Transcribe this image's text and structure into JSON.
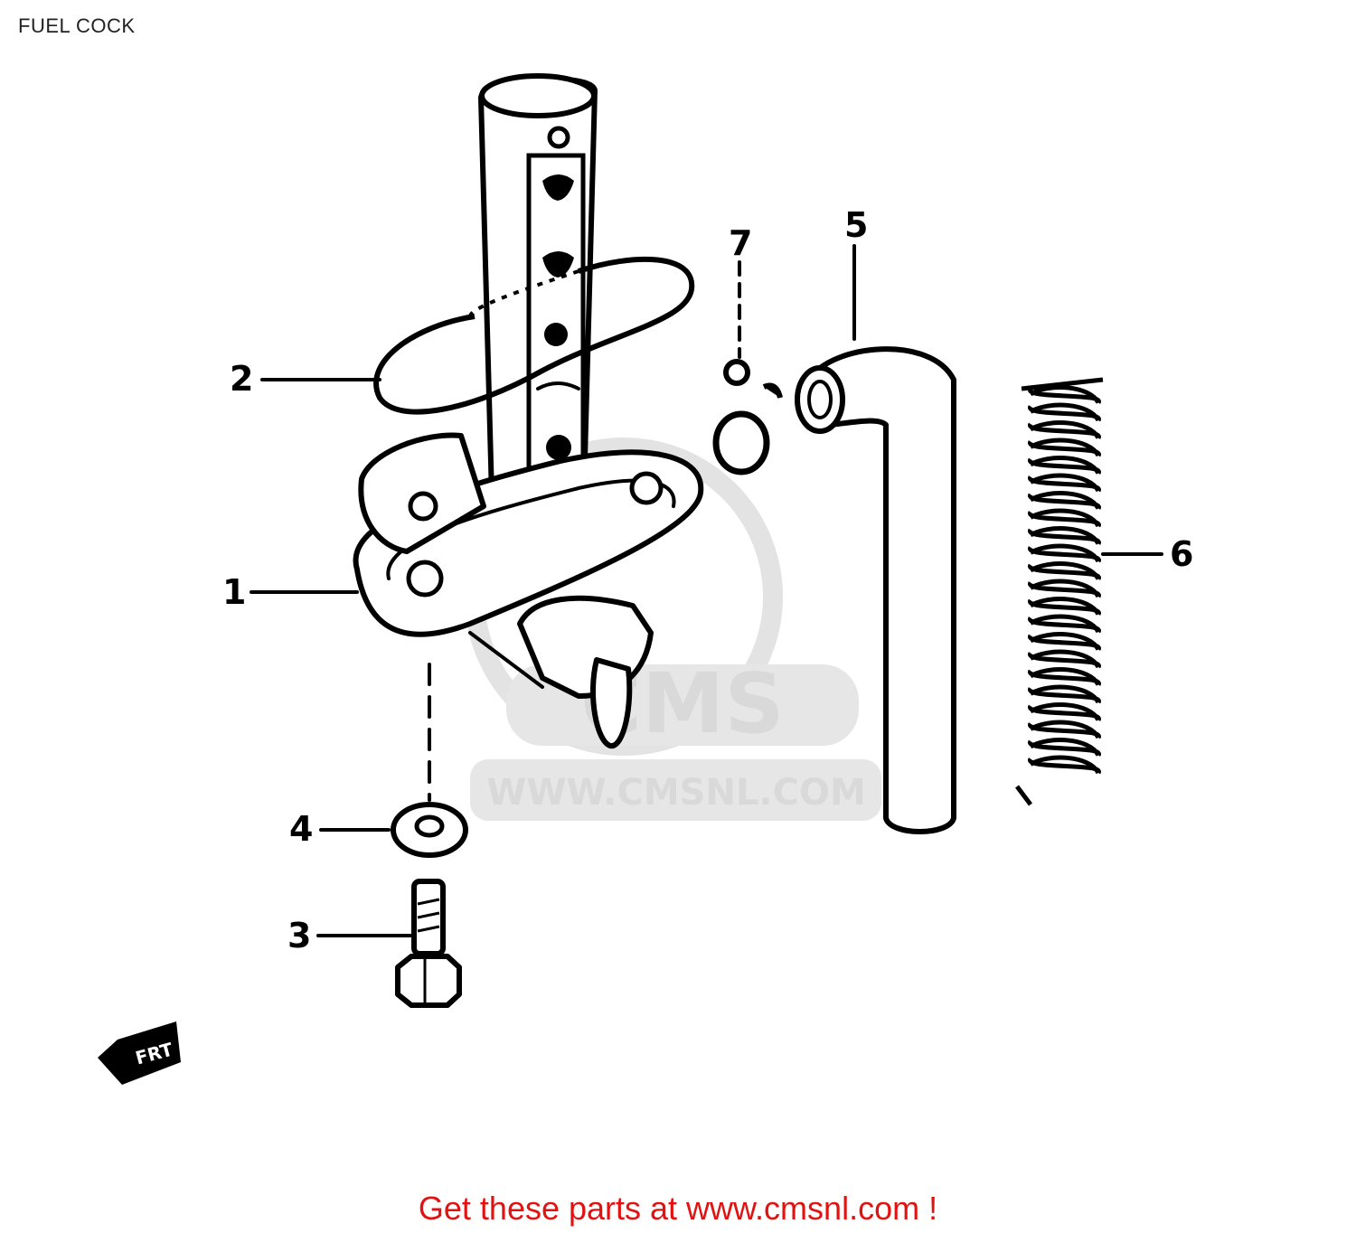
{
  "title": "FUEL COCK",
  "callouts": {
    "c1": "1",
    "c2": "2",
    "c3": "3",
    "c4": "4",
    "c5": "5",
    "c6": "6",
    "c7": "7"
  },
  "watermark": {
    "brand": "CMS",
    "url": "WWW.CMSNL.COM"
  },
  "corner_mark": "FRT",
  "footer": "Get these parts at www.cmsnl.com !",
  "colors": {
    "footer_text": "#e11212",
    "watermark": "#d9d9d9",
    "line": "#000000"
  }
}
